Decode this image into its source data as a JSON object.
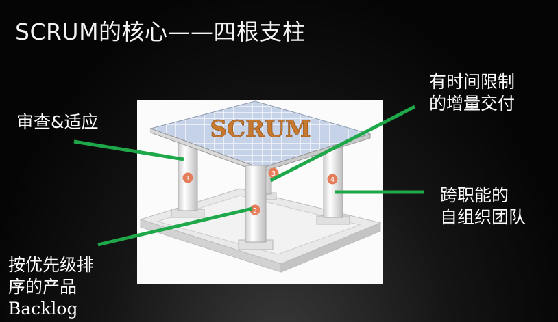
{
  "title": "SCRUM的核心——四根支柱",
  "picture_text": "SCRUM",
  "pillar_numbers": [
    "1",
    "2",
    "3",
    "4"
  ],
  "labels": {
    "inspect_adapt": "审查&适应",
    "incremental_delivery": [
      "有时间限制",
      "的增量交付"
    ],
    "cross_functional": [
      "跨职能的",
      "自组织团队"
    ],
    "backlog": [
      "按优先级排",
      "序的产品",
      "Backlog"
    ]
  },
  "colors": {
    "connector": "#1fa84a",
    "badge": "#e57c5a",
    "roof_tile": "#b7c6e0",
    "scrum_text": "#c8782c"
  }
}
